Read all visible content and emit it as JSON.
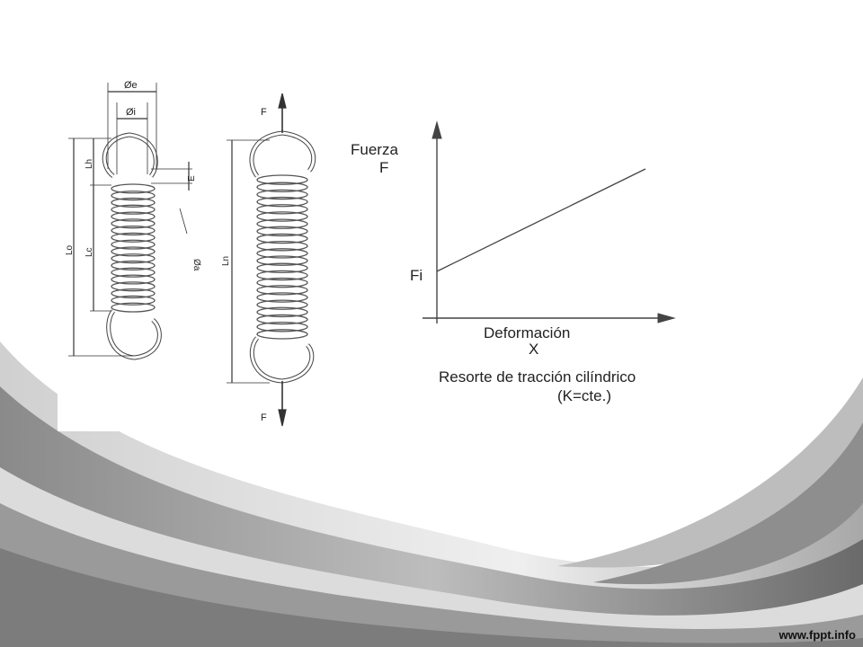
{
  "slide": {
    "footer_url": "www.fppt.info",
    "colors": {
      "background": "#ffffff",
      "swoosh_dark": "#6e6e6e",
      "swoosh_light": "#d9d9d9",
      "line": "#333333"
    }
  },
  "spring_drawing": {
    "dimension_labels": {
      "outer_diameter": "Øe",
      "inner_diameter": "Øi",
      "wire_diameter": "Øa",
      "total_length": "Lo",
      "hook_length": "Lh",
      "body_length": "Lc",
      "hook_gap": "E",
      "extended_length": "Ln"
    },
    "force_top": "F",
    "force_bottom": "F"
  },
  "force_graph": {
    "y_label": "Fuerza",
    "y_symbol": "F",
    "x_label": "Deformación",
    "x_symbol": "X",
    "intercept_label": "Fi",
    "caption_line1": "Resorte de tracción cilíndrico",
    "caption_line2": "(K=cte.)"
  }
}
